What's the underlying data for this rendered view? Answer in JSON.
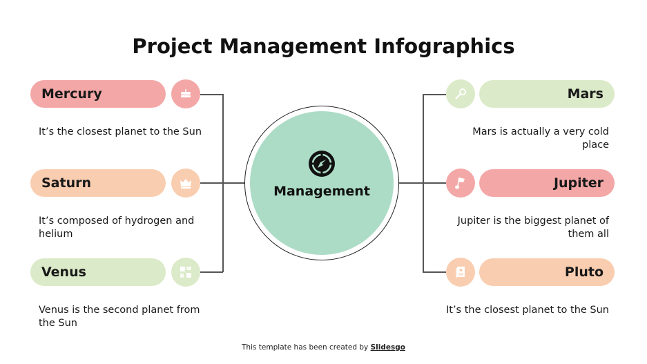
{
  "title": "Project Management Infographics",
  "center": {
    "label": "Management",
    "icon": "compass-icon",
    "color": "#acdcc6"
  },
  "left_items": [
    {
      "name": "Mercury",
      "description": "It’s the closest planet to the Sun",
      "color": "#f4a7a7",
      "icon": "cake-icon"
    },
    {
      "name": "Saturn",
      "description": "It’s composed of hydrogen and helium",
      "color": "#f9cdb0",
      "icon": "crown-icon"
    },
    {
      "name": "Venus",
      "description": "Venus is the second planet from the Sun",
      "color": "#dbeac8",
      "icon": "puzzle-icon"
    }
  ],
  "right_items": [
    {
      "name": "Mars",
      "description": "Mars is actually a very cold place",
      "color": "#dbeac8",
      "icon": "key-icon"
    },
    {
      "name": "Jupiter",
      "description": "Jupiter is the biggest planet of them all",
      "color": "#f4a7a7",
      "icon": "flag-hand-icon"
    },
    {
      "name": "Pluto",
      "description": "It’s the closest planet to the Sun",
      "color": "#f9cdb0",
      "icon": "document-icon"
    }
  ],
  "footer": {
    "text": "This template has been created by ",
    "brand": "Slidesgo"
  }
}
